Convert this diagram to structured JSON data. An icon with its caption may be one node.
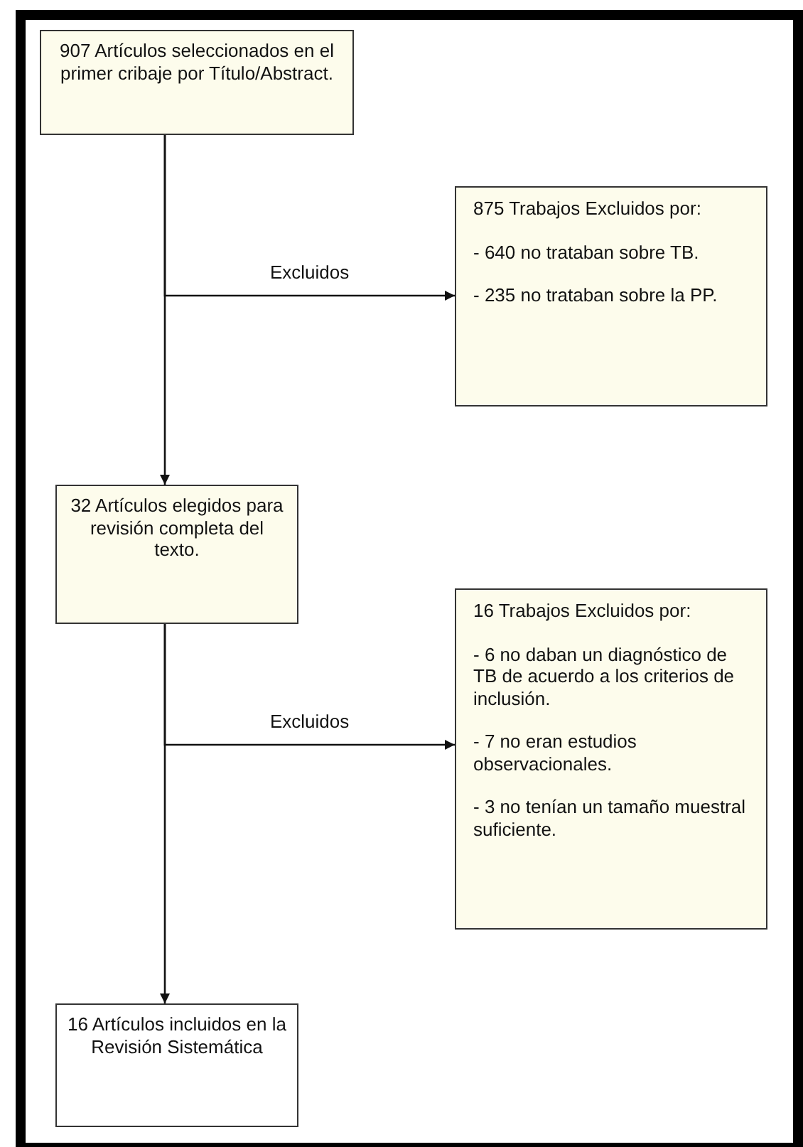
{
  "diagram": {
    "nodes": [
      {
        "text": [
          "907 Artículos seleccionados en el primer cribaje por Título/Abstract."
        ]
      },
      {
        "text": [
          "875 Trabajos Excluidos por:",
          "- 640 no trataban sobre TB.",
          "- 235 no trataban sobre la PP."
        ]
      },
      {
        "text": [
          "32 Artículos elegidos para revisión completa del texto."
        ]
      },
      {
        "text": [
          "16 Trabajos Excluidos por:",
          "- 6 no daban un diagnóstico de TB de acuerdo a los criterios de inclusión.",
          "- 7 no eran estudios observacionales.",
          "- 3 no tenían un tamaño muestral suficiente."
        ]
      },
      {
        "text": [
          "16 Artículos incluidos en la Revisión Sistemática"
        ]
      }
    ],
    "edges": [
      {
        "from": 0,
        "to": 1,
        "arrow": "to",
        "label": "Excluidos"
      },
      {
        "from": 0,
        "to": 2,
        "arrow": "to"
      },
      {
        "from": 2,
        "to": 3,
        "arrow": "to",
        "label": "Excluidos"
      },
      {
        "from": 2,
        "to": 4,
        "arrow": "to"
      }
    ]
  }
}
